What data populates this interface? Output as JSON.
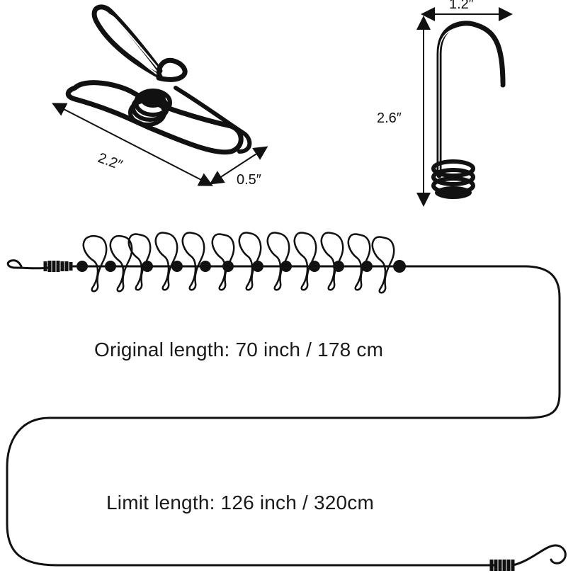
{
  "product": {
    "clip_dimensions": {
      "length_label": "2.2″",
      "width_label": "0.5″"
    },
    "hook_dimensions": {
      "width_label": "1.2″",
      "height_label": "2.6″"
    },
    "captions": {
      "original_length": "Original length: 70 inch / 178 cm",
      "limit_length": "Limit length: 126 inch / 320cm"
    },
    "colors": {
      "product": "#111111",
      "background": "#ffffff",
      "text": "#1a1a1a"
    }
  }
}
